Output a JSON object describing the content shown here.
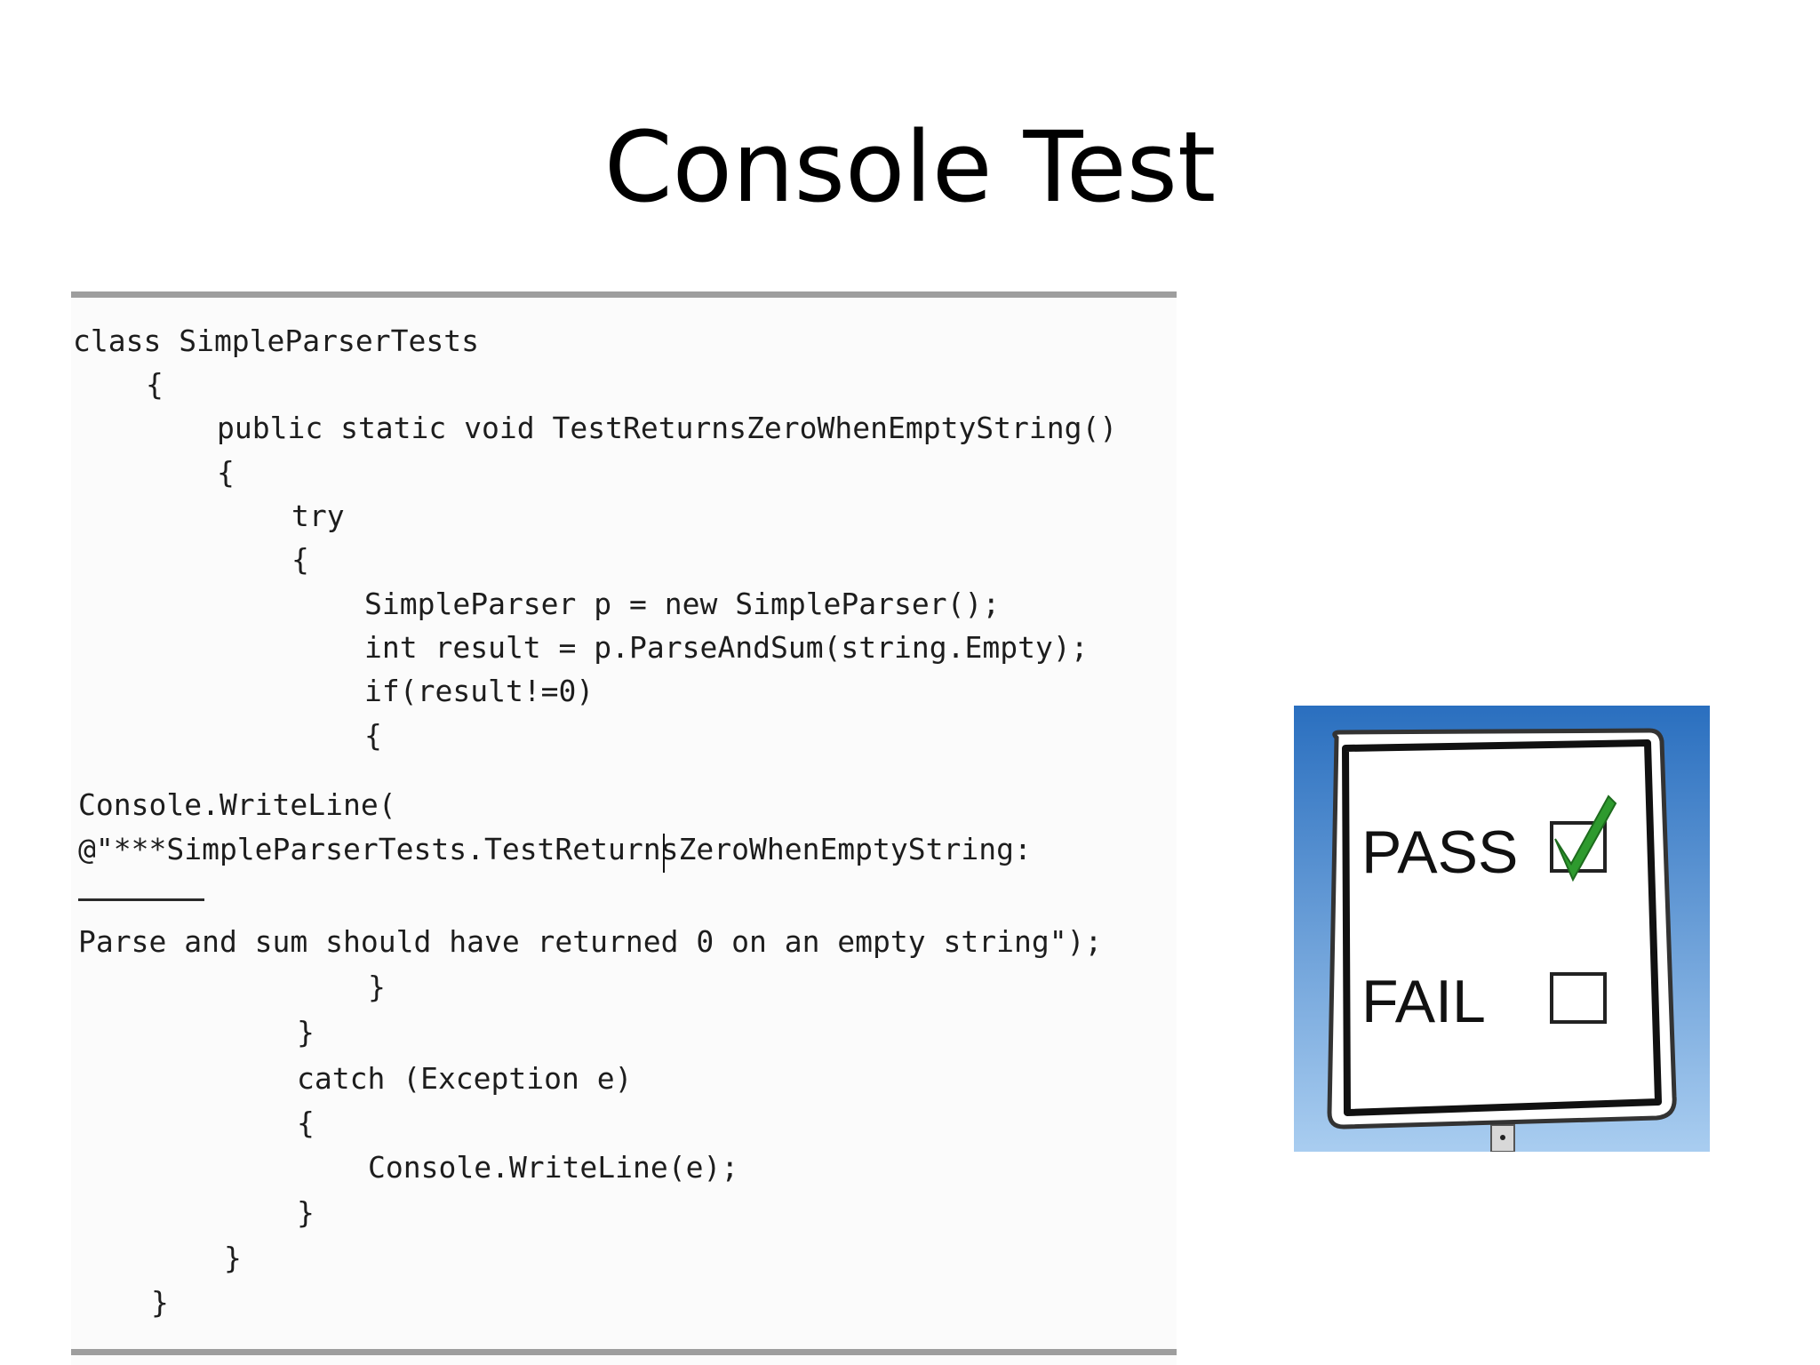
{
  "slide": {
    "title": "Console Test"
  },
  "code": {
    "lines": [
      "class SimpleParserTests",
      "{",
      "public static void TestReturnsZeroWhenEmptyString()",
      "{",
      "try",
      "{",
      "SimpleParser p = new SimpleParser();",
      "int result = p.ParseAndSum(string.Empty);",
      "if(result!=0)",
      "{",
      "Console.WriteLine(",
      "@\"***SimpleParserTests.TestReturnsZeroWhenEmptyString:",
      "Parse and sum should have returned 0 on an empty string\");",
      "}",
      "}",
      "catch (Exception e)",
      "{",
      "Console.WriteLine(e);",
      "}",
      "}",
      "}"
    ]
  },
  "sign": {
    "pass_label": "PASS",
    "fail_label": "FAIL",
    "pass_checked": true,
    "fail_checked": false,
    "pass_icon": "checkmark-icon",
    "fail_icon": "empty-checkbox-icon",
    "colors": {
      "sky_top": "#2a6fbf",
      "sky_bottom": "#a9cdf0",
      "check_green": "#2e9a2e"
    }
  }
}
